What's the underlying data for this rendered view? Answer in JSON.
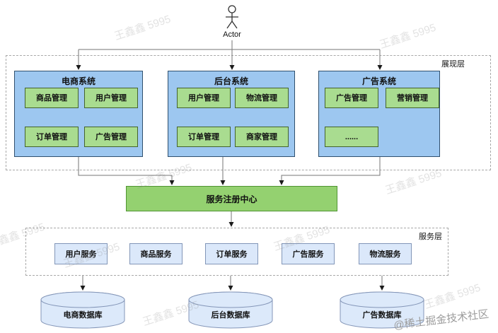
{
  "actor": {
    "label": "Actor"
  },
  "presentation": {
    "label": "展现层",
    "systems": [
      {
        "title": "电商系统",
        "modules": [
          "商品管理",
          "用户管理",
          "订单管理",
          "广告管理"
        ]
      },
      {
        "title": "后台系统",
        "modules": [
          "用户管理",
          "物流管理",
          "订单管理",
          "商家管理"
        ]
      },
      {
        "title": "广告系统",
        "modules": [
          "广告管理",
          "营销管理",
          "......"
        ]
      }
    ]
  },
  "registry": {
    "label": "服务注册中心"
  },
  "services": {
    "label": "服务层",
    "items": [
      "用户服务",
      "商品服务",
      "订单服务",
      "广告服务",
      "物流服务"
    ]
  },
  "databases": [
    "电商数据库",
    "后台数据库",
    "广告数据库"
  ],
  "watermark": {
    "text": "王鑫鑫 5995",
    "attribution": "@稀土掘金技术社区"
  },
  "colors": {
    "system_fill": "#9DC7F0",
    "system_border": "#30506E",
    "module_fill": "#A9DC90",
    "module_border": "#44632D",
    "registry_fill": "#94D170",
    "registry_border": "#4F9433",
    "service_fill": "#DBE8FA",
    "service_border": "#8296B8",
    "database_fill": "#DCE9FA",
    "database_border": "#8496B8",
    "connector": "#757575"
  }
}
